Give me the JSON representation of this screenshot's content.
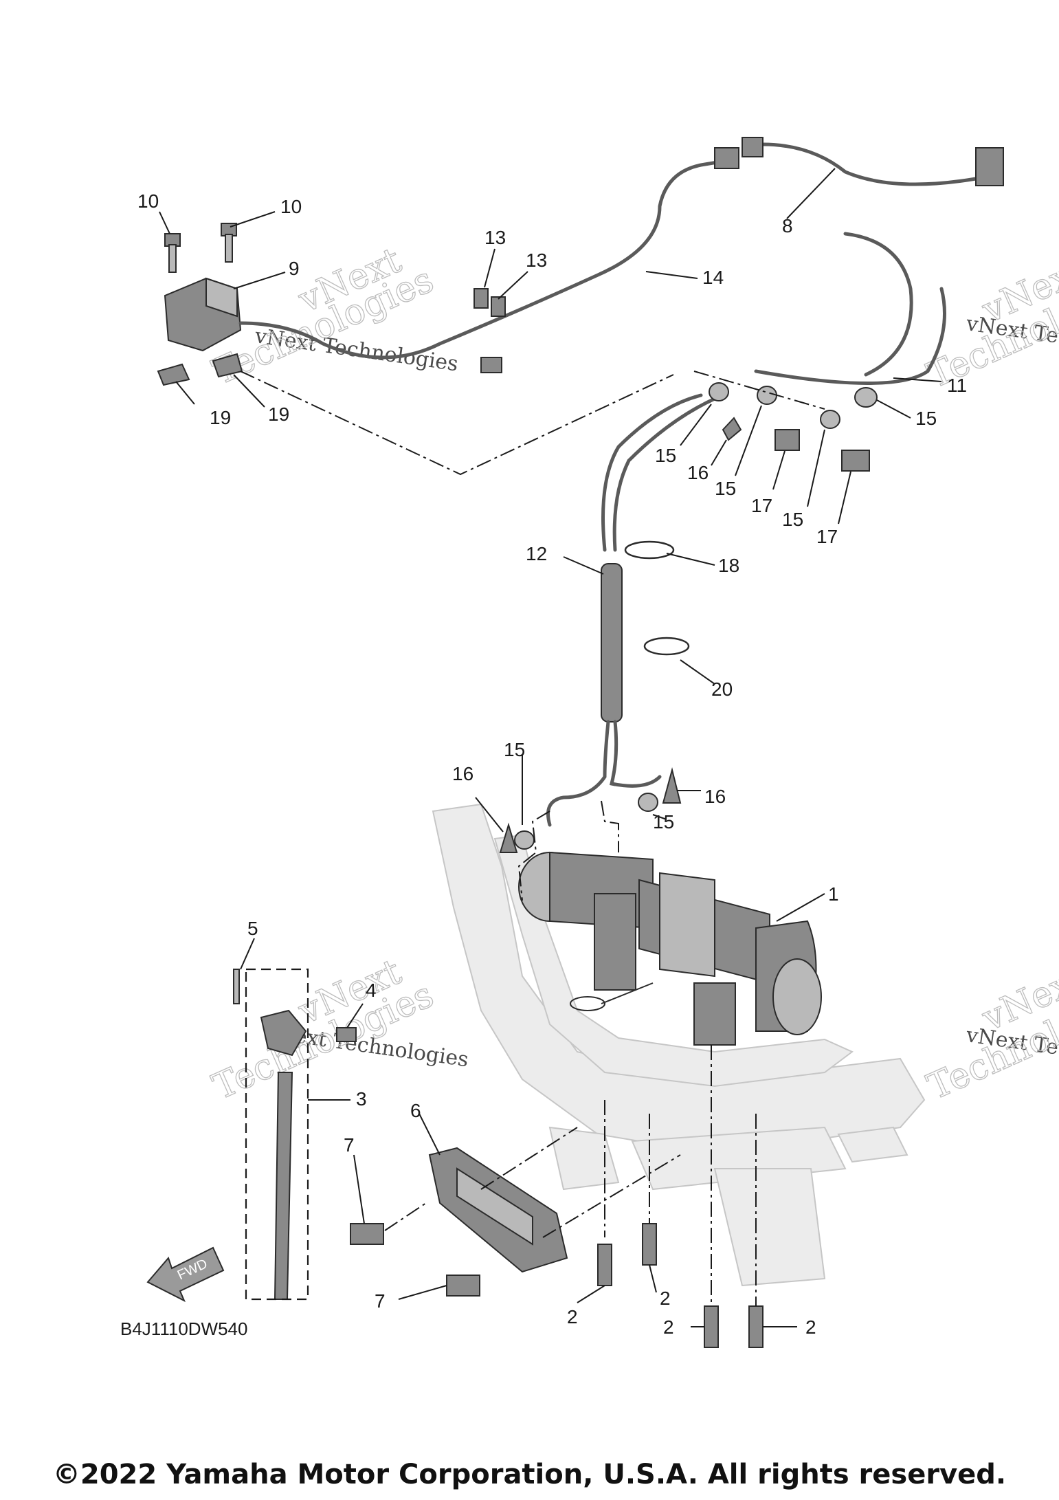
{
  "diagram": {
    "part_code": "B4J1110DW540",
    "fwd_label": "FWD",
    "copyright": "©2022 Yamaha Motor Corporation, U.S.A. All rights reserved.",
    "watermark": {
      "line1": "vNext",
      "line2": "vNext Technologies",
      "line3": "Technologies"
    },
    "callouts": [
      {
        "id": "c10a",
        "label": "10"
      },
      {
        "id": "c10b",
        "label": "10"
      },
      {
        "id": "c9",
        "label": "9"
      },
      {
        "id": "c13a",
        "label": "13"
      },
      {
        "id": "c13b",
        "label": "13"
      },
      {
        "id": "c14",
        "label": "14"
      },
      {
        "id": "c8",
        "label": "8"
      },
      {
        "id": "c11",
        "label": "11"
      },
      {
        "id": "c15a",
        "label": "15"
      },
      {
        "id": "c15b",
        "label": "15"
      },
      {
        "id": "c16a",
        "label": "16"
      },
      {
        "id": "c15c",
        "label": "15"
      },
      {
        "id": "c17a",
        "label": "17"
      },
      {
        "id": "c15d",
        "label": "15"
      },
      {
        "id": "c17b",
        "label": "17"
      },
      {
        "id": "c19a",
        "label": "19"
      },
      {
        "id": "c19b",
        "label": "19"
      },
      {
        "id": "c12",
        "label": "12"
      },
      {
        "id": "c18",
        "label": "18"
      },
      {
        "id": "c20",
        "label": "20"
      },
      {
        "id": "c15e",
        "label": "15"
      },
      {
        "id": "c16b",
        "label": "16"
      },
      {
        "id": "c16c",
        "label": "16"
      },
      {
        "id": "c15f",
        "label": "15"
      },
      {
        "id": "c1",
        "label": "1"
      },
      {
        "id": "c5",
        "label": "5"
      },
      {
        "id": "c4",
        "label": "4"
      },
      {
        "id": "c3",
        "label": "3"
      },
      {
        "id": "c6",
        "label": "6"
      },
      {
        "id": "c7a",
        "label": "7"
      },
      {
        "id": "c7b",
        "label": "7"
      },
      {
        "id": "c2a",
        "label": "2"
      },
      {
        "id": "c2b",
        "label": "2"
      },
      {
        "id": "c2c",
        "label": "2"
      },
      {
        "id": "c2d",
        "label": "2"
      }
    ]
  }
}
